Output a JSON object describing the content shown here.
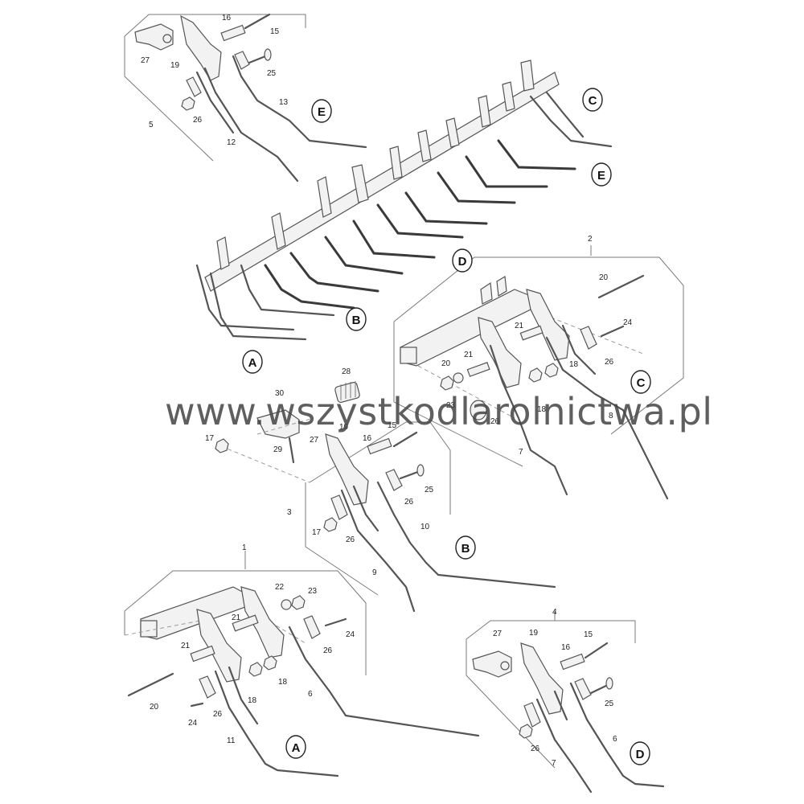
{
  "watermark": "www.wszystkodlarolnictwa.pl",
  "callouts": {
    "E_top": "E",
    "C_top": "C",
    "E_right": "E",
    "D_mid": "D",
    "B_mid": "B",
    "A_mid": "A",
    "C_box2": "C",
    "B_box3": "B",
    "A_box1": "A",
    "D_box4": "D"
  },
  "labels": {
    "n27a": "27",
    "n16a": "16",
    "n15a": "15",
    "n19a": "19",
    "n25a": "25",
    "n26a": "26",
    "n13": "13",
    "n12": "12",
    "n5": "5",
    "n2": "2",
    "n20a": "20",
    "n21a": "21",
    "n24a": "24",
    "n21b": "21",
    "n20b": "20",
    "n18a": "18",
    "n26b": "26",
    "n23a": "23",
    "n26c": "26",
    "n18b": "18",
    "n8": "8",
    "n7a": "7",
    "n28": "28",
    "n30": "30",
    "n27b": "27",
    "n19b": "19",
    "n15b": "15",
    "n16b": "16",
    "n17a": "17",
    "n29": "29",
    "n25b": "25",
    "n26d": "26",
    "n3": "3",
    "n17b": "17",
    "n26e": "26",
    "n10": "10",
    "n9": "9",
    "n1": "1",
    "n22": "22",
    "n23b": "23",
    "n21c": "21",
    "n21d": "21",
    "n24b": "24",
    "n26f": "26",
    "n18c": "18",
    "n6a": "6",
    "n20c": "20",
    "n24c": "24",
    "n26g": "26",
    "n18d": "18",
    "n11": "11",
    "n4": "4",
    "n27c": "27",
    "n19c": "19",
    "n15c": "15",
    "n16c": "16",
    "n25c": "25",
    "n26h": "26",
    "n6b": "6",
    "n7b": "7"
  }
}
